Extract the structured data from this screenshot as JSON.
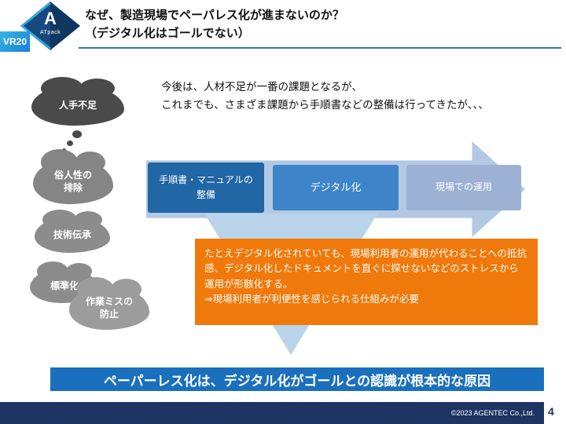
{
  "header": {
    "logo": {
      "letter": "A",
      "subtext": "ATpack",
      "badge": "VR20"
    },
    "title_line1": "なぜ、製造現場でペーパレス化が進まないのか？",
    "title_line2": "（デジタル化はゴールでない）"
  },
  "clouds": [
    {
      "label": "人手不足"
    },
    {
      "label": "俗人性の\n排除"
    },
    {
      "label": "技術伝承"
    },
    {
      "label": "標準化"
    },
    {
      "label": "作業ミスの\n防止"
    }
  ],
  "intro": {
    "line1": "今後は、人材不足が一番の課題となるが、",
    "line2": "これまでも、さまざま課題から手順書などの整備は行ってきたが、、、"
  },
  "process": {
    "steps": [
      {
        "label": "手順書・マニュアルの\n整備"
      },
      {
        "label": "デジタル化"
      },
      {
        "label": "現場での運用"
      }
    ]
  },
  "callout": {
    "text": "たとえデジタル化されていても、現場利用者の運用が代わることへの抵抗感、デジタル化したドキュメントを直ぐに探せないなどのストレスから運用が形骸化する。\n⇒現場利用者が利便性を感じられる仕組みが必要"
  },
  "conclusion": {
    "text": "ペーパーレス化は、デジタル化がゴールとの認識が根本的な原因"
  },
  "footer": {
    "copyright": "©2023 AGENTEC Co.,Ltd.",
    "page_number": "4"
  },
  "colors": {
    "accent_blue": "#2e75b6",
    "arrow_light_blue": "#b3c9e3",
    "step1_blue": "#2166a5",
    "step2_blue": "#3d85c8",
    "step3_blue": "#9cb1d3",
    "callout_orange": "#f0790b",
    "banner_blue": "#1a70bd",
    "footer_navy": "#1e3462",
    "cloud_dark_gray": "#4a4a4a",
    "cloud_gray": "#8c8c8c"
  }
}
